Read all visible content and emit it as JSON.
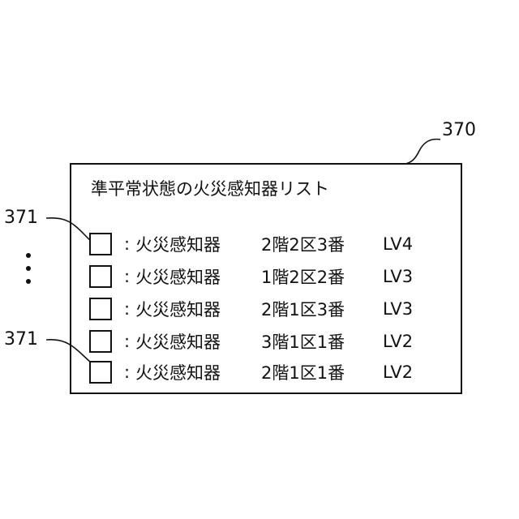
{
  "refs": {
    "panel": "370",
    "checkbox_top": "371",
    "checkbox_bottom": "371"
  },
  "panel": {
    "title": "準平常状態の火災感知器リスト",
    "items": [
      {
        "colon": ":",
        "device": "火災感知器",
        "location": "2階2区3番",
        "level": "LV4",
        "checked": false
      },
      {
        "colon": ":",
        "device": "火災感知器",
        "location": "1階2区2番",
        "level": "LV3",
        "checked": false
      },
      {
        "colon": ":",
        "device": "火災感知器",
        "location": "2階1区3番",
        "level": "LV3",
        "checked": false
      },
      {
        "colon": ":",
        "device": "火災感知器",
        "location": "3階1区1番",
        "level": "LV2",
        "checked": false
      },
      {
        "colon": ":",
        "device": "火災感知器",
        "location": "2階1区1番",
        "level": "LV2",
        "checked": false
      }
    ]
  },
  "ellipsis": "vertical-ellipsis-icon"
}
